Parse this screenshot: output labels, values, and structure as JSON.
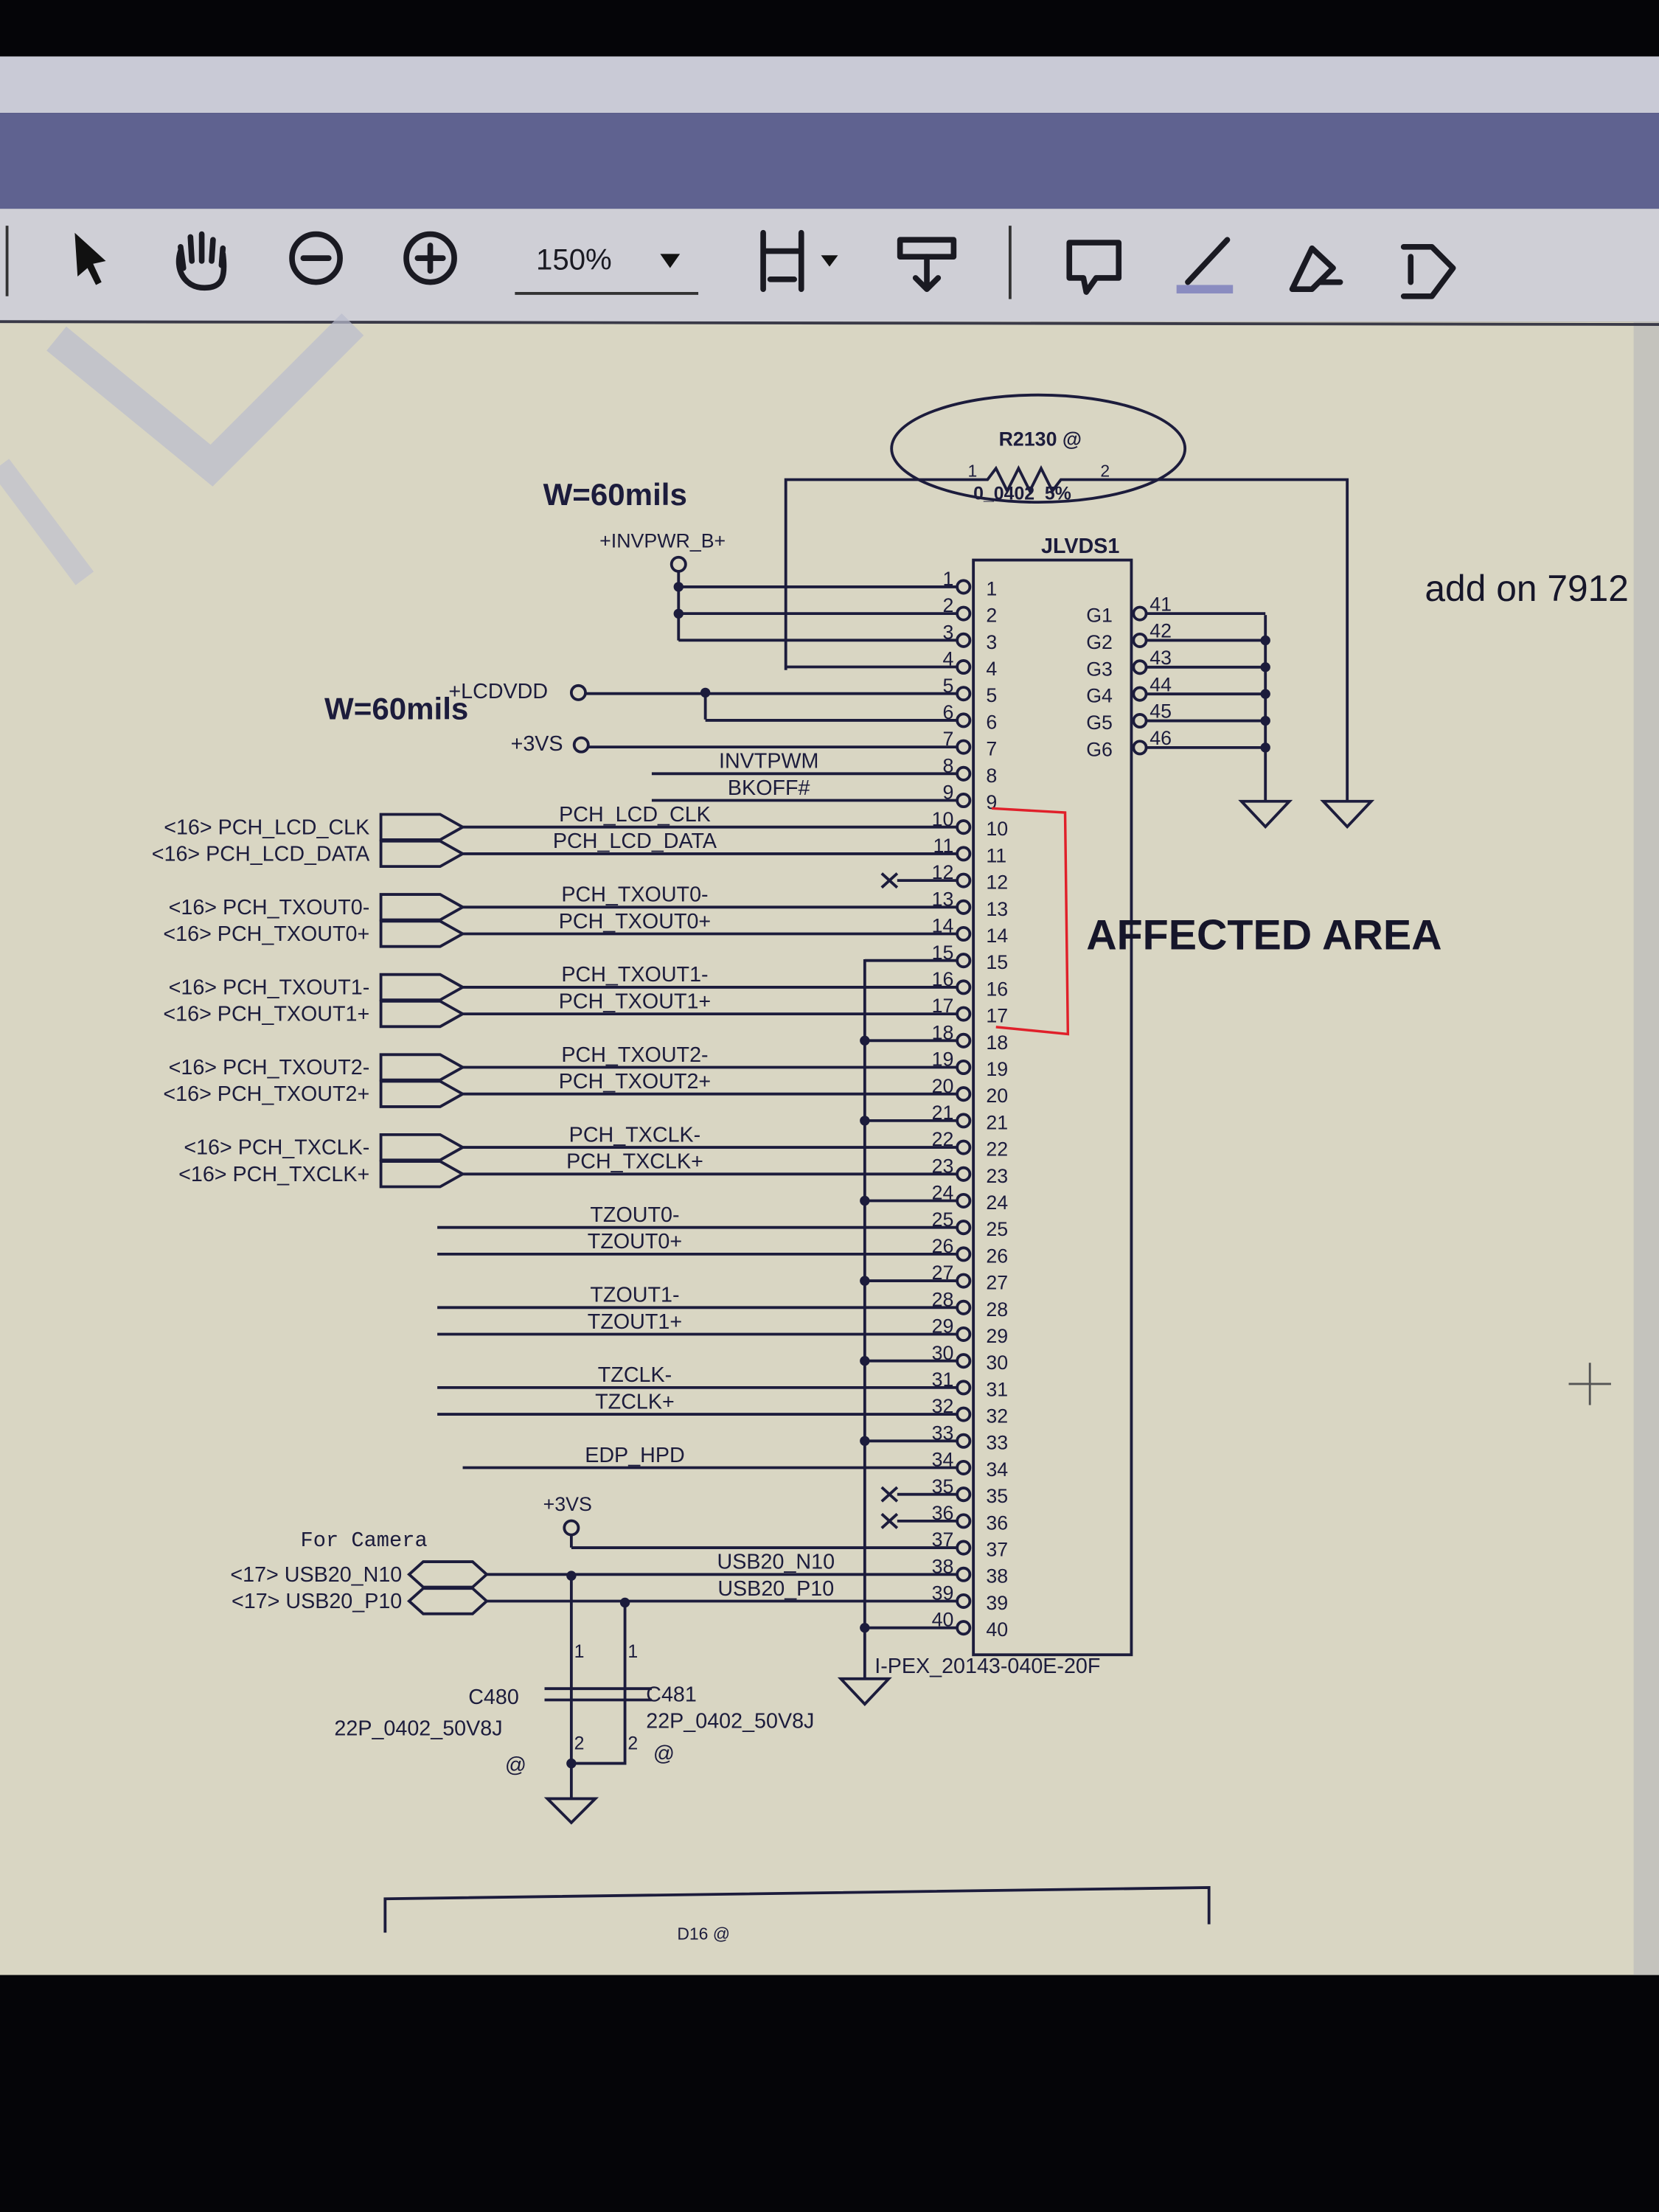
{
  "toolbar": {
    "tools": [
      "select-tool",
      "hand-tool",
      "zoom-out",
      "zoom-in",
      "fit-page",
      "scrolling-mode",
      "comment",
      "highlight",
      "sign",
      "fill-and-sign"
    ],
    "zoom_value": "150%"
  },
  "schematic": {
    "width_note_1": "W=60mils",
    "width_note_2": "W=60mils",
    "resistor": {
      "ref": "R2130 @",
      "value": "0_0402_5%",
      "pin1": "1",
      "pin2": "2"
    },
    "connector": {
      "ref": "JLVDS1",
      "part": "I-PEX_20143-040E-20F",
      "pins": [
        "1",
        "2",
        "3",
        "4",
        "5",
        "6",
        "7",
        "8",
        "9",
        "10",
        "11",
        "12",
        "13",
        "14",
        "15",
        "16",
        "17",
        "18",
        "19",
        "20",
        "21",
        "22",
        "23",
        "24",
        "25",
        "26",
        "27",
        "28",
        "29",
        "30",
        "31",
        "32",
        "33",
        "34",
        "35",
        "36",
        "37",
        "38",
        "39",
        "40"
      ],
      "ground_pins": [
        {
          "name": "G1",
          "num": "41"
        },
        {
          "name": "G2",
          "num": "42"
        },
        {
          "name": "G3",
          "num": "43"
        },
        {
          "name": "G4",
          "num": "44"
        },
        {
          "name": "G5",
          "num": "45"
        },
        {
          "name": "G6",
          "num": "46"
        }
      ]
    },
    "power_labels": {
      "invpwr": "+INVPWR_B+",
      "lcdvdd": "+LCDVDD",
      "v3vs_top": "+3VS",
      "v3vs_cam": "+3VS"
    },
    "net_labels": [
      {
        "pin": 8,
        "text": "INVTPWM"
      },
      {
        "pin": 9,
        "text": "BKOFF#"
      },
      {
        "pin": 10,
        "text": "PCH_LCD_CLK"
      },
      {
        "pin": 11,
        "text": "PCH_LCD_DATA"
      },
      {
        "pin": 13,
        "text": "PCH_TXOUT0-"
      },
      {
        "pin": 14,
        "text": "PCH_TXOUT0+"
      },
      {
        "pin": 16,
        "text": "PCH_TXOUT1-"
      },
      {
        "pin": 17,
        "text": "PCH_TXOUT1+"
      },
      {
        "pin": 19,
        "text": "PCH_TXOUT2-"
      },
      {
        "pin": 20,
        "text": "PCH_TXOUT2+"
      },
      {
        "pin": 22,
        "text": "PCH_TXCLK-"
      },
      {
        "pin": 23,
        "text": "PCH_TXCLK+"
      },
      {
        "pin": 25,
        "text": "TZOUT0-"
      },
      {
        "pin": 26,
        "text": "TZOUT0+"
      },
      {
        "pin": 28,
        "text": "TZOUT1-"
      },
      {
        "pin": 29,
        "text": "TZOUT1+"
      },
      {
        "pin": 31,
        "text": "TZCLK-"
      },
      {
        "pin": 32,
        "text": "TZCLK+"
      },
      {
        "pin": 34,
        "text": "EDP_HPD"
      },
      {
        "pin": 38,
        "text": "USB20_N10"
      },
      {
        "pin": 39,
        "text": "USB20_P10"
      }
    ],
    "offpage_ports": [
      {
        "pin": 10,
        "label": "<16> PCH_LCD_CLK"
      },
      {
        "pin": 11,
        "label": "<16> PCH_LCD_DATA"
      },
      {
        "pin": 13,
        "label": "<16> PCH_TXOUT0-"
      },
      {
        "pin": 14,
        "label": "<16> PCH_TXOUT0+"
      },
      {
        "pin": 16,
        "label": "<16> PCH_TXOUT1-"
      },
      {
        "pin": 17,
        "label": "<16> PCH_TXOUT1+"
      },
      {
        "pin": 19,
        "label": "<16> PCH_TXOUT2-"
      },
      {
        "pin": 20,
        "label": "<16> PCH_TXOUT2+"
      },
      {
        "pin": 22,
        "label": "<16> PCH_TXCLK-"
      },
      {
        "pin": 23,
        "label": "<16> PCH_TXCLK+"
      },
      {
        "pin": 38,
        "label": "<17> USB20_N10"
      },
      {
        "pin": 39,
        "label": "<17> USB20_P10"
      }
    ],
    "camera_note": "For Camera",
    "capacitors": [
      {
        "ref": "C480",
        "value": "22P_0402_50V8J",
        "mark": "@",
        "pin1": "1",
        "pin2": "2"
      },
      {
        "ref": "C481",
        "value": "22P_0402_50V8J",
        "mark": "@",
        "pin1": "1",
        "pin2": "2"
      }
    ],
    "next_part_ref": "D16 @"
  },
  "annotations": {
    "affected_area": "AFFECTED AREA",
    "add_note": "add on 7912",
    "highlight_color": "#e0202a"
  }
}
